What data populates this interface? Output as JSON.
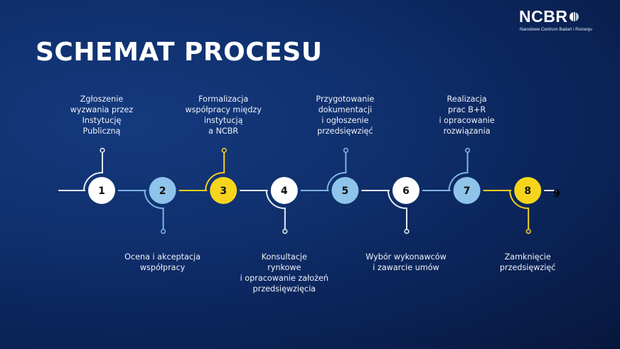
{
  "logo": {
    "brand": "NCBR",
    "subtitle": "Narodowe Centrum Badań i Rozwoju"
  },
  "title": "SCHEMAT PROCESU",
  "colors": {
    "white": "#ffffff",
    "light_blue": "#8ec3ea",
    "yellow": "#f7d51c",
    "line_white": "#e6edf7",
    "line_blue": "#7eb6e2",
    "line_yellow": "#f2cf1f"
  },
  "steps": [
    {
      "number": "1",
      "label": "Zgłoszenie\nwyzwania przez\nInstytucję\nPubliczną",
      "position": "top",
      "color": "white"
    },
    {
      "number": "2",
      "label": "Ocena i akceptacja\nwspółpracy",
      "position": "bottom",
      "color": "light_blue"
    },
    {
      "number": "3",
      "label": "Formalizacja\nwspółpracy między\ninstytucją\na NCBR",
      "position": "top",
      "color": "yellow"
    },
    {
      "number": "4",
      "label": "Konsultacje\nrynkowe\ni opracowanie założeń\nprzedsięwzięcia",
      "position": "bottom",
      "color": "white"
    },
    {
      "number": "5",
      "label": "Przygotowanie\ndokumentacji\ni ogłoszenie\nprzedsięwzięć",
      "position": "top",
      "color": "light_blue"
    },
    {
      "number": "6",
      "label": "Wybór wykonawców\ni zawarcie umów",
      "position": "bottom",
      "color": "white"
    },
    {
      "number": "7",
      "label": "Realizacja\nprac B+R\ni opracowanie\nrozwiązania",
      "position": "top",
      "color": "light_blue"
    },
    {
      "number": "8",
      "label": "Zamknięcie\nprzedsięwzięć",
      "position": "bottom",
      "color": "yellow"
    }
  ],
  "stray_text": "9"
}
